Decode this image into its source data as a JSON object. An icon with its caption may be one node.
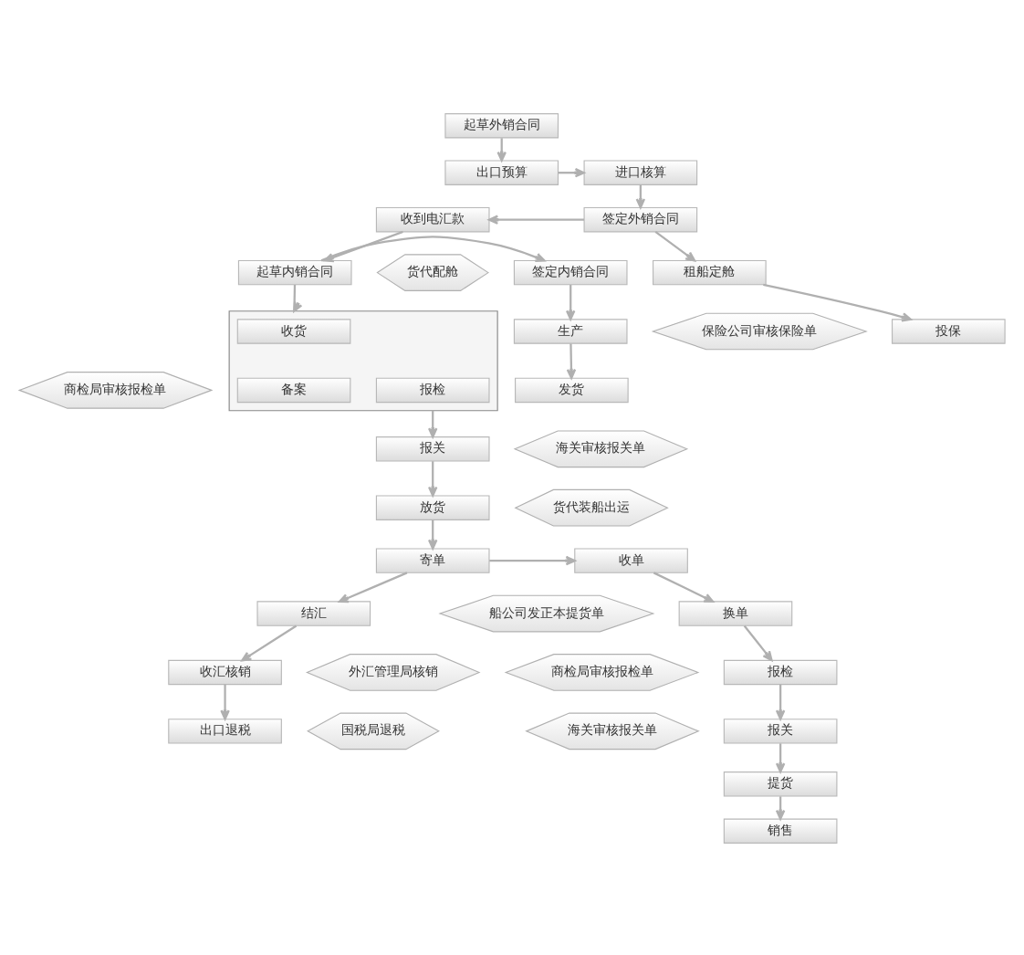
{
  "diagram": {
    "nodes": [
      {
        "text": [
          "起草外销合同"
        ]
      },
      {
        "text": [
          "出口预算"
        ]
      },
      {
        "text": [
          "进口核算"
        ]
      },
      {
        "text": [
          "收到电汇款"
        ]
      },
      {
        "text": [
          "签定外销合同"
        ]
      },
      {
        "text": [
          "签定内销合同"
        ]
      },
      {
        "text": [
          "起草内销合同"
        ]
      },
      {
        "text": [
          "货代配舱"
        ]
      },
      {
        "text": [
          "租船定舱"
        ]
      },
      {
        "text": [
          "生产"
        ]
      },
      {
        "text": [
          "保险公司审核保险单"
        ]
      },
      {
        "text": [
          "投保"
        ]
      },
      {
        "text": [
          "发货"
        ]
      },
      {
        "text": [],
        "shape": "box"
      },
      {
        "text": [
          "收货"
        ],
        "in": 13
      },
      {
        "text": [
          "备案"
        ],
        "in": 13
      },
      {
        "text": [
          "报检"
        ],
        "in": 13
      },
      {
        "text": [
          "商检局审核报检单"
        ]
      },
      {
        "text": [
          "报关"
        ]
      },
      {
        "text": [
          "海关审核报关单"
        ]
      },
      {
        "text": [
          "放货"
        ]
      },
      {
        "text": [
          "货代装船出运"
        ]
      },
      {
        "text": [
          "寄单"
        ]
      },
      {
        "text": [
          "收单"
        ]
      },
      {
        "text": [
          "结汇"
        ]
      },
      {
        "text": [
          "船公司发正本提货单"
        ]
      },
      {
        "text": [
          "换单"
        ]
      },
      {
        "text": [
          "收汇核销"
        ]
      },
      {
        "text": [
          "外汇管理局核销"
        ]
      },
      {
        "text": [
          "商检局审核报检单"
        ]
      },
      {
        "text": [
          "报检"
        ]
      },
      {
        "text": [
          "出口退税"
        ]
      },
      {
        "text": [
          "国税局退税"
        ]
      },
      {
        "text": [
          "海关审核报关单"
        ]
      },
      {
        "text": [
          "报关"
        ]
      },
      {
        "text": [
          "提货"
        ]
      },
      {
        "text": [
          "销售"
        ]
      }
    ],
    "edges": [
      {
        "from": 0,
        "to": 1,
        "arrow": "to"
      },
      {
        "from": 1,
        "to": 2,
        "arrow": "to"
      },
      {
        "from": 2,
        "to": 4,
        "arrow": "to"
      },
      {
        "from": 4,
        "to": 3,
        "arrow": "to"
      },
      {
        "from": 3,
        "to": 6,
        "arrow": "to"
      },
      {
        "from": 6,
        "to": 5,
        "arrow": "to"
      },
      {
        "from": 4,
        "to": 8,
        "arrow": "to"
      },
      {
        "from": 5,
        "to": 9,
        "arrow": "to"
      },
      {
        "from": 8,
        "to": 11,
        "arrow": "to"
      },
      {
        "from": 9,
        "to": 12,
        "arrow": "to"
      },
      {
        "from": 6,
        "to": 13,
        "arrow": "to"
      },
      {
        "from": 13,
        "to": 18,
        "arrow": "to"
      },
      {
        "from": 18,
        "to": 20,
        "arrow": "to"
      },
      {
        "from": 20,
        "to": 22,
        "arrow": "to"
      },
      {
        "from": 22,
        "to": 23,
        "arrow": "to"
      },
      {
        "from": 22,
        "to": 24,
        "arrow": "to"
      },
      {
        "from": 23,
        "to": 26,
        "arrow": "to"
      },
      {
        "from": 24,
        "to": 27,
        "arrow": "to"
      },
      {
        "from": 26,
        "to": 30,
        "arrow": "to"
      },
      {
        "from": 27,
        "to": 31,
        "arrow": "to"
      },
      {
        "from": 30,
        "to": 34,
        "arrow": "to"
      },
      {
        "from": 34,
        "to": 35,
        "arrow": "to"
      },
      {
        "from": 35,
        "to": 36,
        "arrow": "to"
      }
    ]
  }
}
